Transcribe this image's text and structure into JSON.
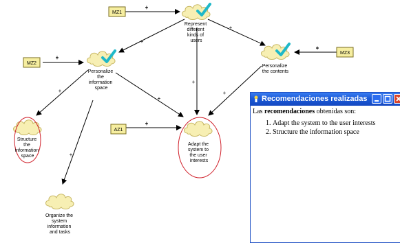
{
  "goals": {
    "represent": "Represent\ndifferent\nkinds of\nusers",
    "personalize_space": "Personalize\nthe\ninformation\nspace",
    "personalize_contents": "Personalize\nthe contents",
    "structure": "Structure\nthe\ninformation\nspace",
    "adapt": "Adapt the\nsystem to\nthe user\ninterests",
    "organize": "Organize the\nsystem\ninformation\nand tasks"
  },
  "agents": {
    "mz1": "MZ1",
    "mz2": "MZ2",
    "mz3": "MZ3",
    "az1": "AZ1"
  },
  "contribution_sign": "+",
  "dialog": {
    "title": "Recomendaciones realizadas",
    "intro_prefix": "Las ",
    "intro_bold": "recomendaciones",
    "intro_suffix": " obtenidas son:",
    "items": [
      "Adapt the system to the user interests",
      "Structure the information space"
    ]
  },
  "colors": {
    "cloud_fill": "#f7efb3",
    "cloud_stroke": "#c8b865",
    "check": "#1fb8c8",
    "agent_box": "#f6eea0",
    "highlight_ellipse": "#d0202a",
    "titlebar": "#1a5ad8"
  }
}
